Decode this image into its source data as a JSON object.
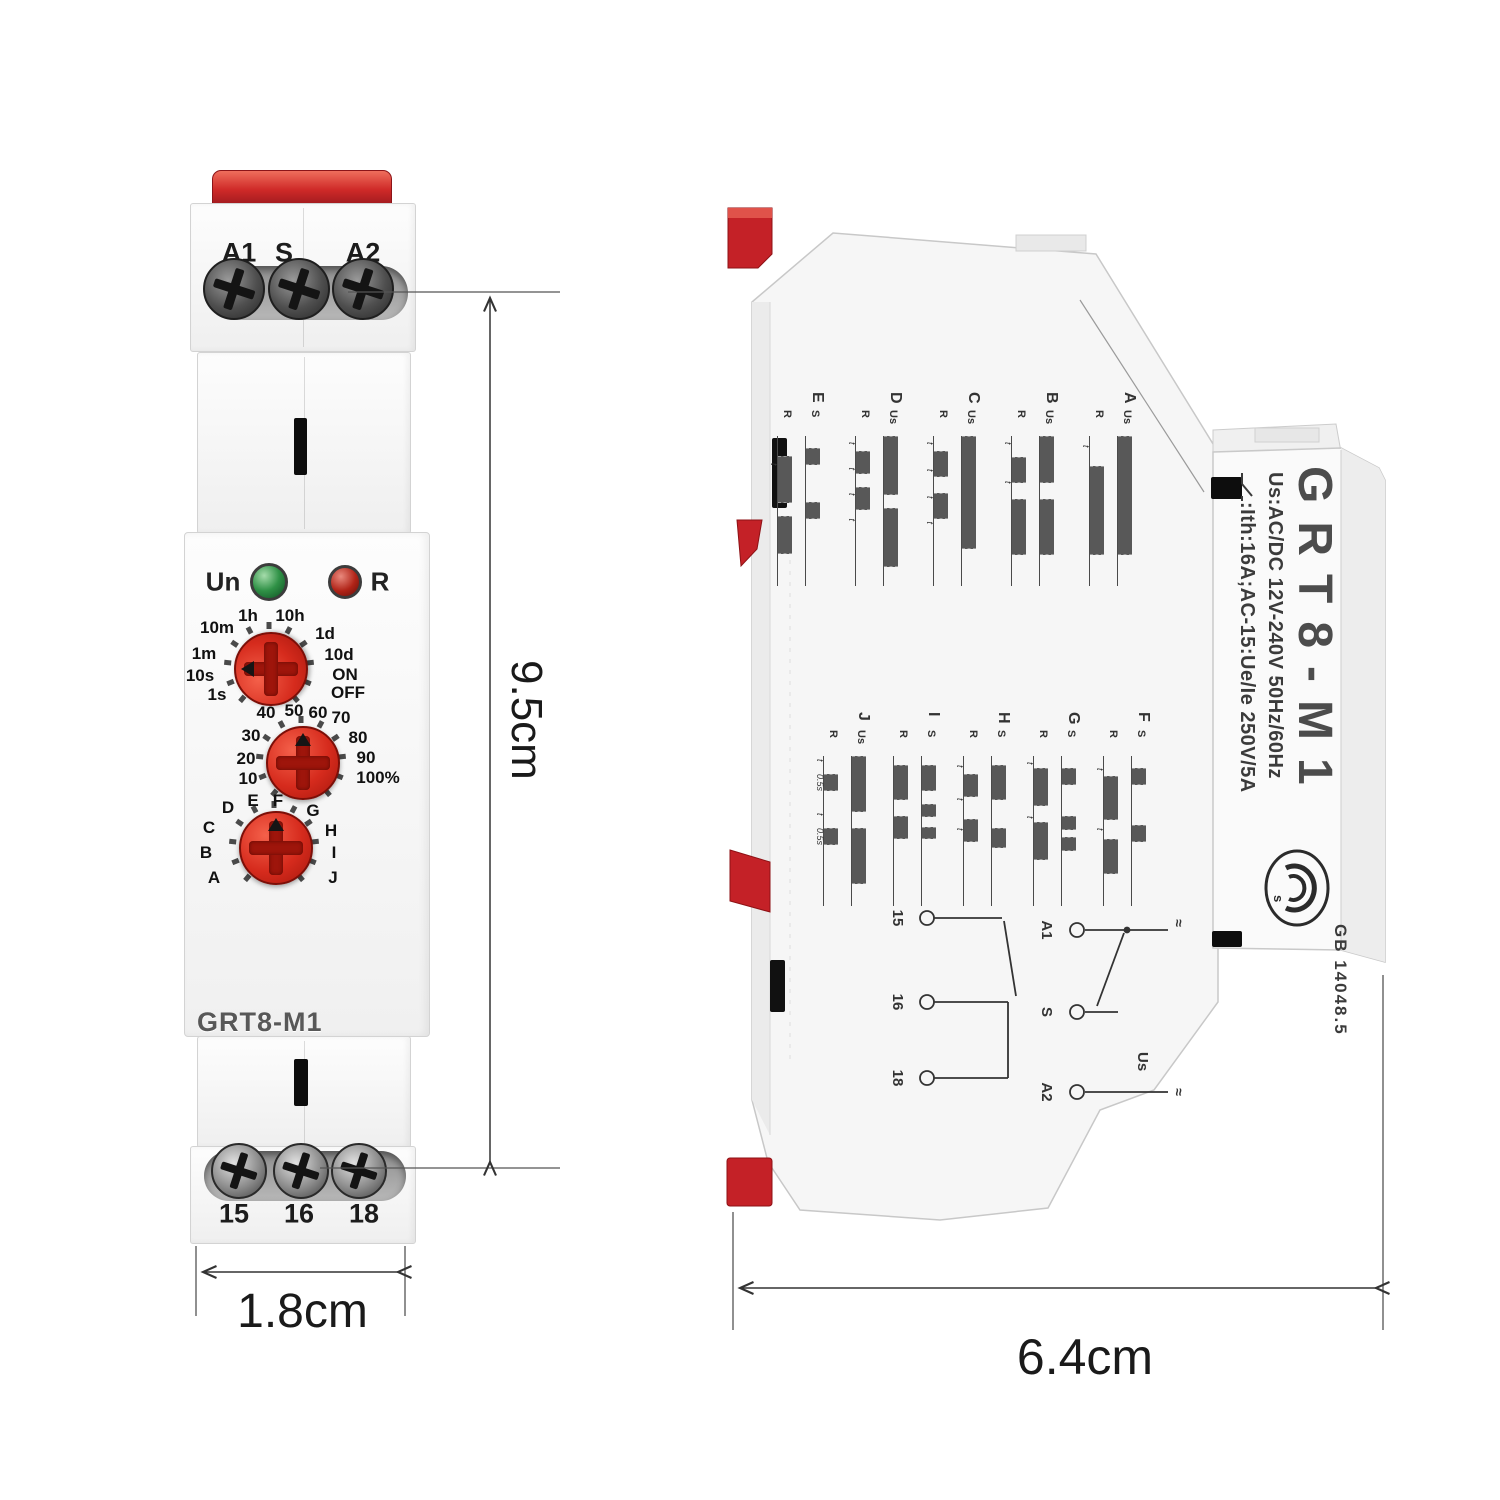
{
  "product": {
    "model": "GRT8-M1"
  },
  "front": {
    "model_label": "GRT8-M1",
    "top_terminals": [
      "A1",
      "S",
      "A2"
    ],
    "bottom_terminals": [
      "15",
      "16",
      "18"
    ],
    "led_power_label": "Un",
    "led_reset_label": "R",
    "dial_time_unit": {
      "labels": [
        "1h",
        "10h",
        "10m",
        "1m",
        "10s",
        "1s",
        "1d",
        "10d",
        "ON",
        "OFF"
      ]
    },
    "dial_percent": {
      "labels": [
        "40",
        "50",
        "60",
        "70",
        "30",
        "80",
        "20",
        "90",
        "10",
        "100%"
      ]
    },
    "dial_function": {
      "labels": [
        "D",
        "E",
        "F",
        "G",
        "C",
        "H",
        "B",
        "I",
        "A",
        "J"
      ]
    }
  },
  "side": {
    "model_label": "GRT8-M1",
    "spec_line1": "Us:AC/DC 12V-240V 50Hz/60Hz",
    "spec_line2": ":Ith:16A;AC-15:Ue/Ie 250V/5A",
    "standard_label": "GB 14048.5",
    "ccc_letter": "s",
    "wiring": {
      "a1": "A1",
      "s": "S",
      "a2": "A2",
      "us": "Us",
      "ac1": "≈",
      "ac2": "≈",
      "t15": "15",
      "t16": "16",
      "t18": "18"
    },
    "functions": [
      {
        "letter": "A",
        "rows": [
          {
            "label": "Us",
            "segs": [
              [
                1,
                78
              ],
              [
                0,
                22
              ]
            ]
          },
          {
            "label": "R",
            "segs": [
              [
                0,
                20
              ],
              [
                1,
                58
              ],
              [
                0,
                22
              ]
            ],
            "marks": [
              {
                "x": 6,
                "t": "t"
              }
            ]
          }
        ]
      },
      {
        "letter": "B",
        "rows": [
          {
            "label": "Us",
            "segs": [
              [
                1,
                30
              ],
              [
                0,
                12
              ],
              [
                1,
                36
              ],
              [
                0,
                22
              ]
            ]
          },
          {
            "label": "R",
            "segs": [
              [
                0,
                14
              ],
              [
                1,
                16
              ],
              [
                0,
                12
              ],
              [
                1,
                36
              ],
              [
                0,
                22
              ]
            ],
            "marks": [
              {
                "x": 4,
                "t": "t"
              },
              {
                "x": 30,
                "t": "t"
              }
            ]
          }
        ]
      },
      {
        "letter": "C",
        "rows": [
          {
            "label": "Us",
            "segs": [
              [
                1,
                74
              ],
              [
                0,
                26
              ]
            ]
          },
          {
            "label": "R",
            "segs": [
              [
                0,
                10
              ],
              [
                1,
                16
              ],
              [
                0,
                12
              ],
              [
                1,
                16
              ],
              [
                0,
                46
              ]
            ],
            "marks": [
              {
                "x": 4,
                "t": "t"
              },
              {
                "x": 22,
                "t": "t"
              },
              {
                "x": 40,
                "t": "t"
              },
              {
                "x": 57,
                "t": "t"
              }
            ]
          }
        ]
      },
      {
        "letter": "D",
        "rows": [
          {
            "label": "Us",
            "segs": [
              [
                1,
                38
              ],
              [
                0,
                10
              ],
              [
                1,
                38
              ],
              [
                0,
                14
              ]
            ]
          },
          {
            "label": "R",
            "segs": [
              [
                0,
                10
              ],
              [
                1,
                14
              ],
              [
                0,
                10
              ],
              [
                1,
                14
              ],
              [
                0,
                52
              ]
            ],
            "marks": [
              {
                "x": 4,
                "t": "t"
              },
              {
                "x": 21,
                "t": "t"
              },
              {
                "x": 38,
                "t": "t"
              },
              {
                "x": 55,
                "t": "t"
              }
            ]
          }
        ]
      },
      {
        "letter": "E",
        "rows": [
          {
            "label": "S",
            "segs": [
              [
                0,
                8
              ],
              [
                1,
                10
              ],
              [
                0,
                26
              ],
              [
                1,
                10
              ],
              [
                0,
                46
              ]
            ]
          },
          {
            "label": "R",
            "segs": [
              [
                0,
                13
              ],
              [
                1,
                30
              ],
              [
                0,
                10
              ],
              [
                1,
                24
              ],
              [
                0,
                23
              ]
            ],
            "marks": [
              {
                "x": 18,
                "t": "t"
              }
            ]
          }
        ]
      },
      {
        "letter": "F",
        "rows": [
          {
            "label": "S",
            "segs": [
              [
                0,
                8
              ],
              [
                1,
                10
              ],
              [
                0,
                28
              ],
              [
                1,
                10
              ],
              [
                0,
                44
              ]
            ]
          },
          {
            "label": "R",
            "segs": [
              [
                0,
                13
              ],
              [
                1,
                28
              ],
              [
                0,
                14
              ],
              [
                1,
                22
              ],
              [
                0,
                23
              ]
            ],
            "marks": [
              {
                "x": 8,
                "t": "t"
              },
              {
                "x": 48,
                "t": "t"
              }
            ]
          }
        ]
      },
      {
        "letter": "G",
        "rows": [
          {
            "label": "S",
            "segs": [
              [
                0,
                8
              ],
              [
                1,
                10
              ],
              [
                0,
                22
              ],
              [
                1,
                8
              ],
              [
                0,
                6
              ],
              [
                1,
                8
              ],
              [
                0,
                38
              ]
            ]
          },
          {
            "label": "R",
            "segs": [
              [
                0,
                8
              ],
              [
                1,
                24
              ],
              [
                0,
                12
              ],
              [
                1,
                24
              ],
              [
                0,
                32
              ]
            ],
            "marks": [
              {
                "x": 4,
                "t": "t"
              },
              {
                "x": 40,
                "t": "t"
              }
            ]
          }
        ]
      },
      {
        "letter": "H",
        "rows": [
          {
            "label": "S",
            "segs": [
              [
                0,
                6
              ],
              [
                1,
                22
              ],
              [
                0,
                20
              ],
              [
                1,
                12
              ],
              [
                0,
                40
              ]
            ]
          },
          {
            "label": "R",
            "segs": [
              [
                0,
                12
              ],
              [
                1,
                14
              ],
              [
                0,
                16
              ],
              [
                1,
                14
              ],
              [
                0,
                44
              ]
            ],
            "marks": [
              {
                "x": 6,
                "t": "t"
              },
              {
                "x": 28,
                "t": "t"
              },
              {
                "x": 48,
                "t": "t"
              }
            ]
          }
        ]
      },
      {
        "letter": "I",
        "rows": [
          {
            "label": "S",
            "segs": [
              [
                0,
                6
              ],
              [
                1,
                16
              ],
              [
                0,
                10
              ],
              [
                1,
                7
              ],
              [
                0,
                8
              ],
              [
                1,
                7
              ],
              [
                0,
                46
              ]
            ]
          },
          {
            "label": "R",
            "segs": [
              [
                0,
                6
              ],
              [
                1,
                22
              ],
              [
                0,
                12
              ],
              [
                1,
                14
              ],
              [
                0,
                46
              ]
            ]
          }
        ]
      },
      {
        "letter": "J",
        "rows": [
          {
            "label": "Us",
            "segs": [
              [
                1,
                36
              ],
              [
                0,
                12
              ],
              [
                1,
                36
              ],
              [
                0,
                16
              ]
            ]
          },
          {
            "label": "R",
            "segs": [
              [
                0,
                12
              ],
              [
                1,
                10
              ],
              [
                0,
                26
              ],
              [
                1,
                10
              ],
              [
                0,
                42
              ]
            ],
            "marks": [
              {
                "x": 2,
                "t": "t"
              },
              {
                "x": 12,
                "t": "0.5s"
              },
              {
                "x": 38,
                "t": "t"
              },
              {
                "x": 48,
                "t": "0.5s"
              }
            ]
          }
        ]
      }
    ]
  },
  "dimensions": {
    "height_label": "9.5cm",
    "width_label": "1.8cm",
    "depth_label": "6.4cm"
  },
  "colors": {
    "accent_red": "#c8242b",
    "led_green": "#2f9146",
    "led_red": "#b02317",
    "print_gray": "#3d3d3d"
  }
}
